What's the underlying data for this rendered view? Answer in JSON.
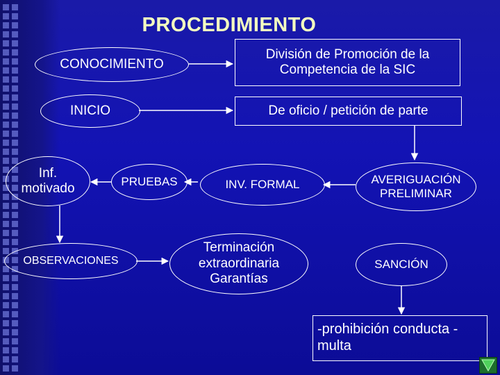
{
  "slide": {
    "title": "PROCEDIMIENTO",
    "nodes": {
      "conocimiento": "CONOCIMIENTO",
      "division": "División de Promoción de la Competencia de la SIC",
      "inicio": "INICIO",
      "de_oficio": "De oficio / petición de parte",
      "inf_motivado": "Inf. motivado",
      "pruebas": "PRUEBAS",
      "inv_formal": "INV. FORMAL",
      "averiguacion": "AVERIGUACIÓN PRELIMINAR",
      "observaciones": "OBSERVACIONES",
      "terminacion": "Terminación extraordinaria Garantías",
      "sancion": "SANCIÓN",
      "prohibicion": "-prohibición conducta - multa"
    },
    "nav_icon": "next-slide-icon"
  },
  "colors": {
    "background": "#1313b4",
    "title": "#f4ffc0",
    "lines": "#ffffff"
  }
}
